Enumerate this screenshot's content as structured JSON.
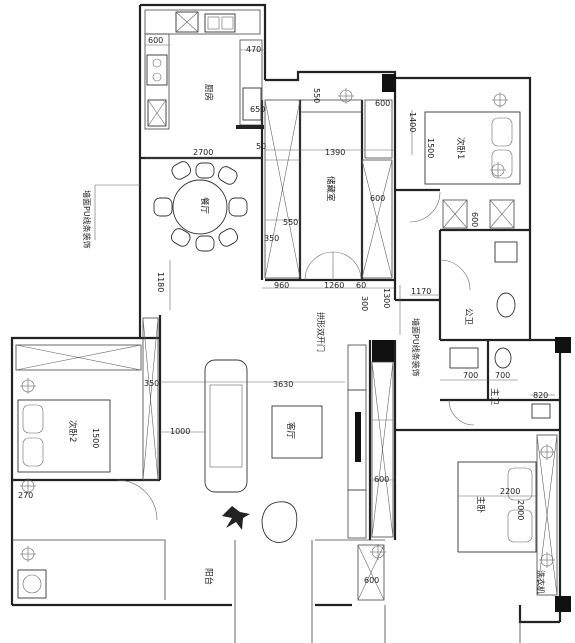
{
  "rooms": {
    "kitchen": "厨房",
    "dining": "餐厅",
    "walkin": "储藏室",
    "bedroom1": "次卧1",
    "bedroom2": "次卧2",
    "living": "客厅",
    "bath_public": "公卫",
    "bath_master": "主卫",
    "master": "主卧",
    "balcony": "阳台"
  },
  "notes": {
    "wall_line_left": "墙面PU线条装饰",
    "wall_line_right": "墙面PU线条装饰",
    "arch_door": "拱形双开门",
    "laundry": "洗衣机"
  },
  "dimensions": {
    "d600_kitchen": "600",
    "d470": "470",
    "d650": "650",
    "d550_top": "550",
    "d600_top": "600",
    "d1400": "1400",
    "d1500": "1500",
    "d2700": "2700",
    "d50": "50",
    "d1390": "1390",
    "d600_wardrobe": "600",
    "d550_mid": "550",
    "d350_mid": "350",
    "d600_b1": "600",
    "d1180": "1180",
    "d960": "960",
    "d1260": "1260",
    "d60": "60",
    "d300": "300",
    "d1300": "1300",
    "d1170": "1170",
    "d350_living": "350",
    "d3630": "3630",
    "d1500_b2": "1500",
    "d1000": "1000",
    "d700_a": "700",
    "d700_b": "700",
    "d820": "820",
    "d600_tv": "600",
    "d2200": "2200",
    "d2000": "2000",
    "d270": "270",
    "d600_balcony": "600"
  }
}
